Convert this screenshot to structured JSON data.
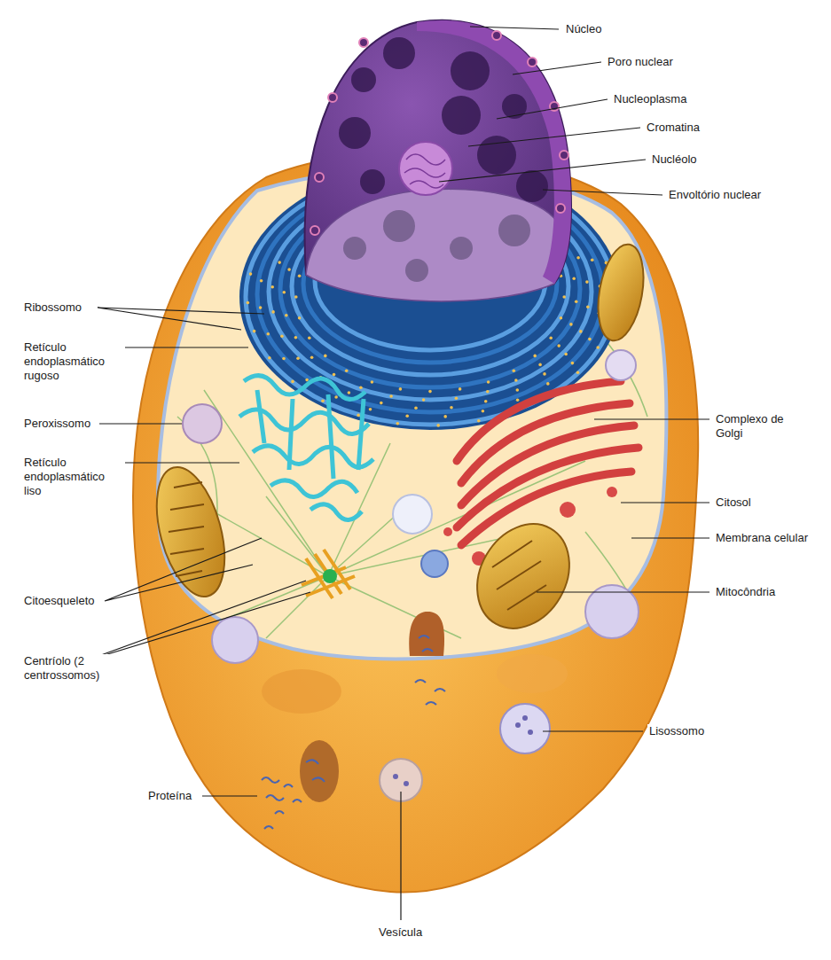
{
  "diagram": {
    "labels": [
      "Núcleo",
      "Poro nuclear",
      "Nucleoplasma",
      "Cromatina",
      "Nucléolo",
      "Envoltório nuclear",
      "Ribossomo",
      "Retículo endoplasmático rugoso",
      "Peroxissomo",
      "Retículo endoplasmático liso",
      "Citoesqueleto",
      "Centríolo (2 centrossomos)",
      "Proteína",
      "Vesícula",
      "Complexo de Golgi",
      "Citosol",
      "Membrana celular",
      "Mitocôndria",
      "Lisossomo"
    ]
  }
}
